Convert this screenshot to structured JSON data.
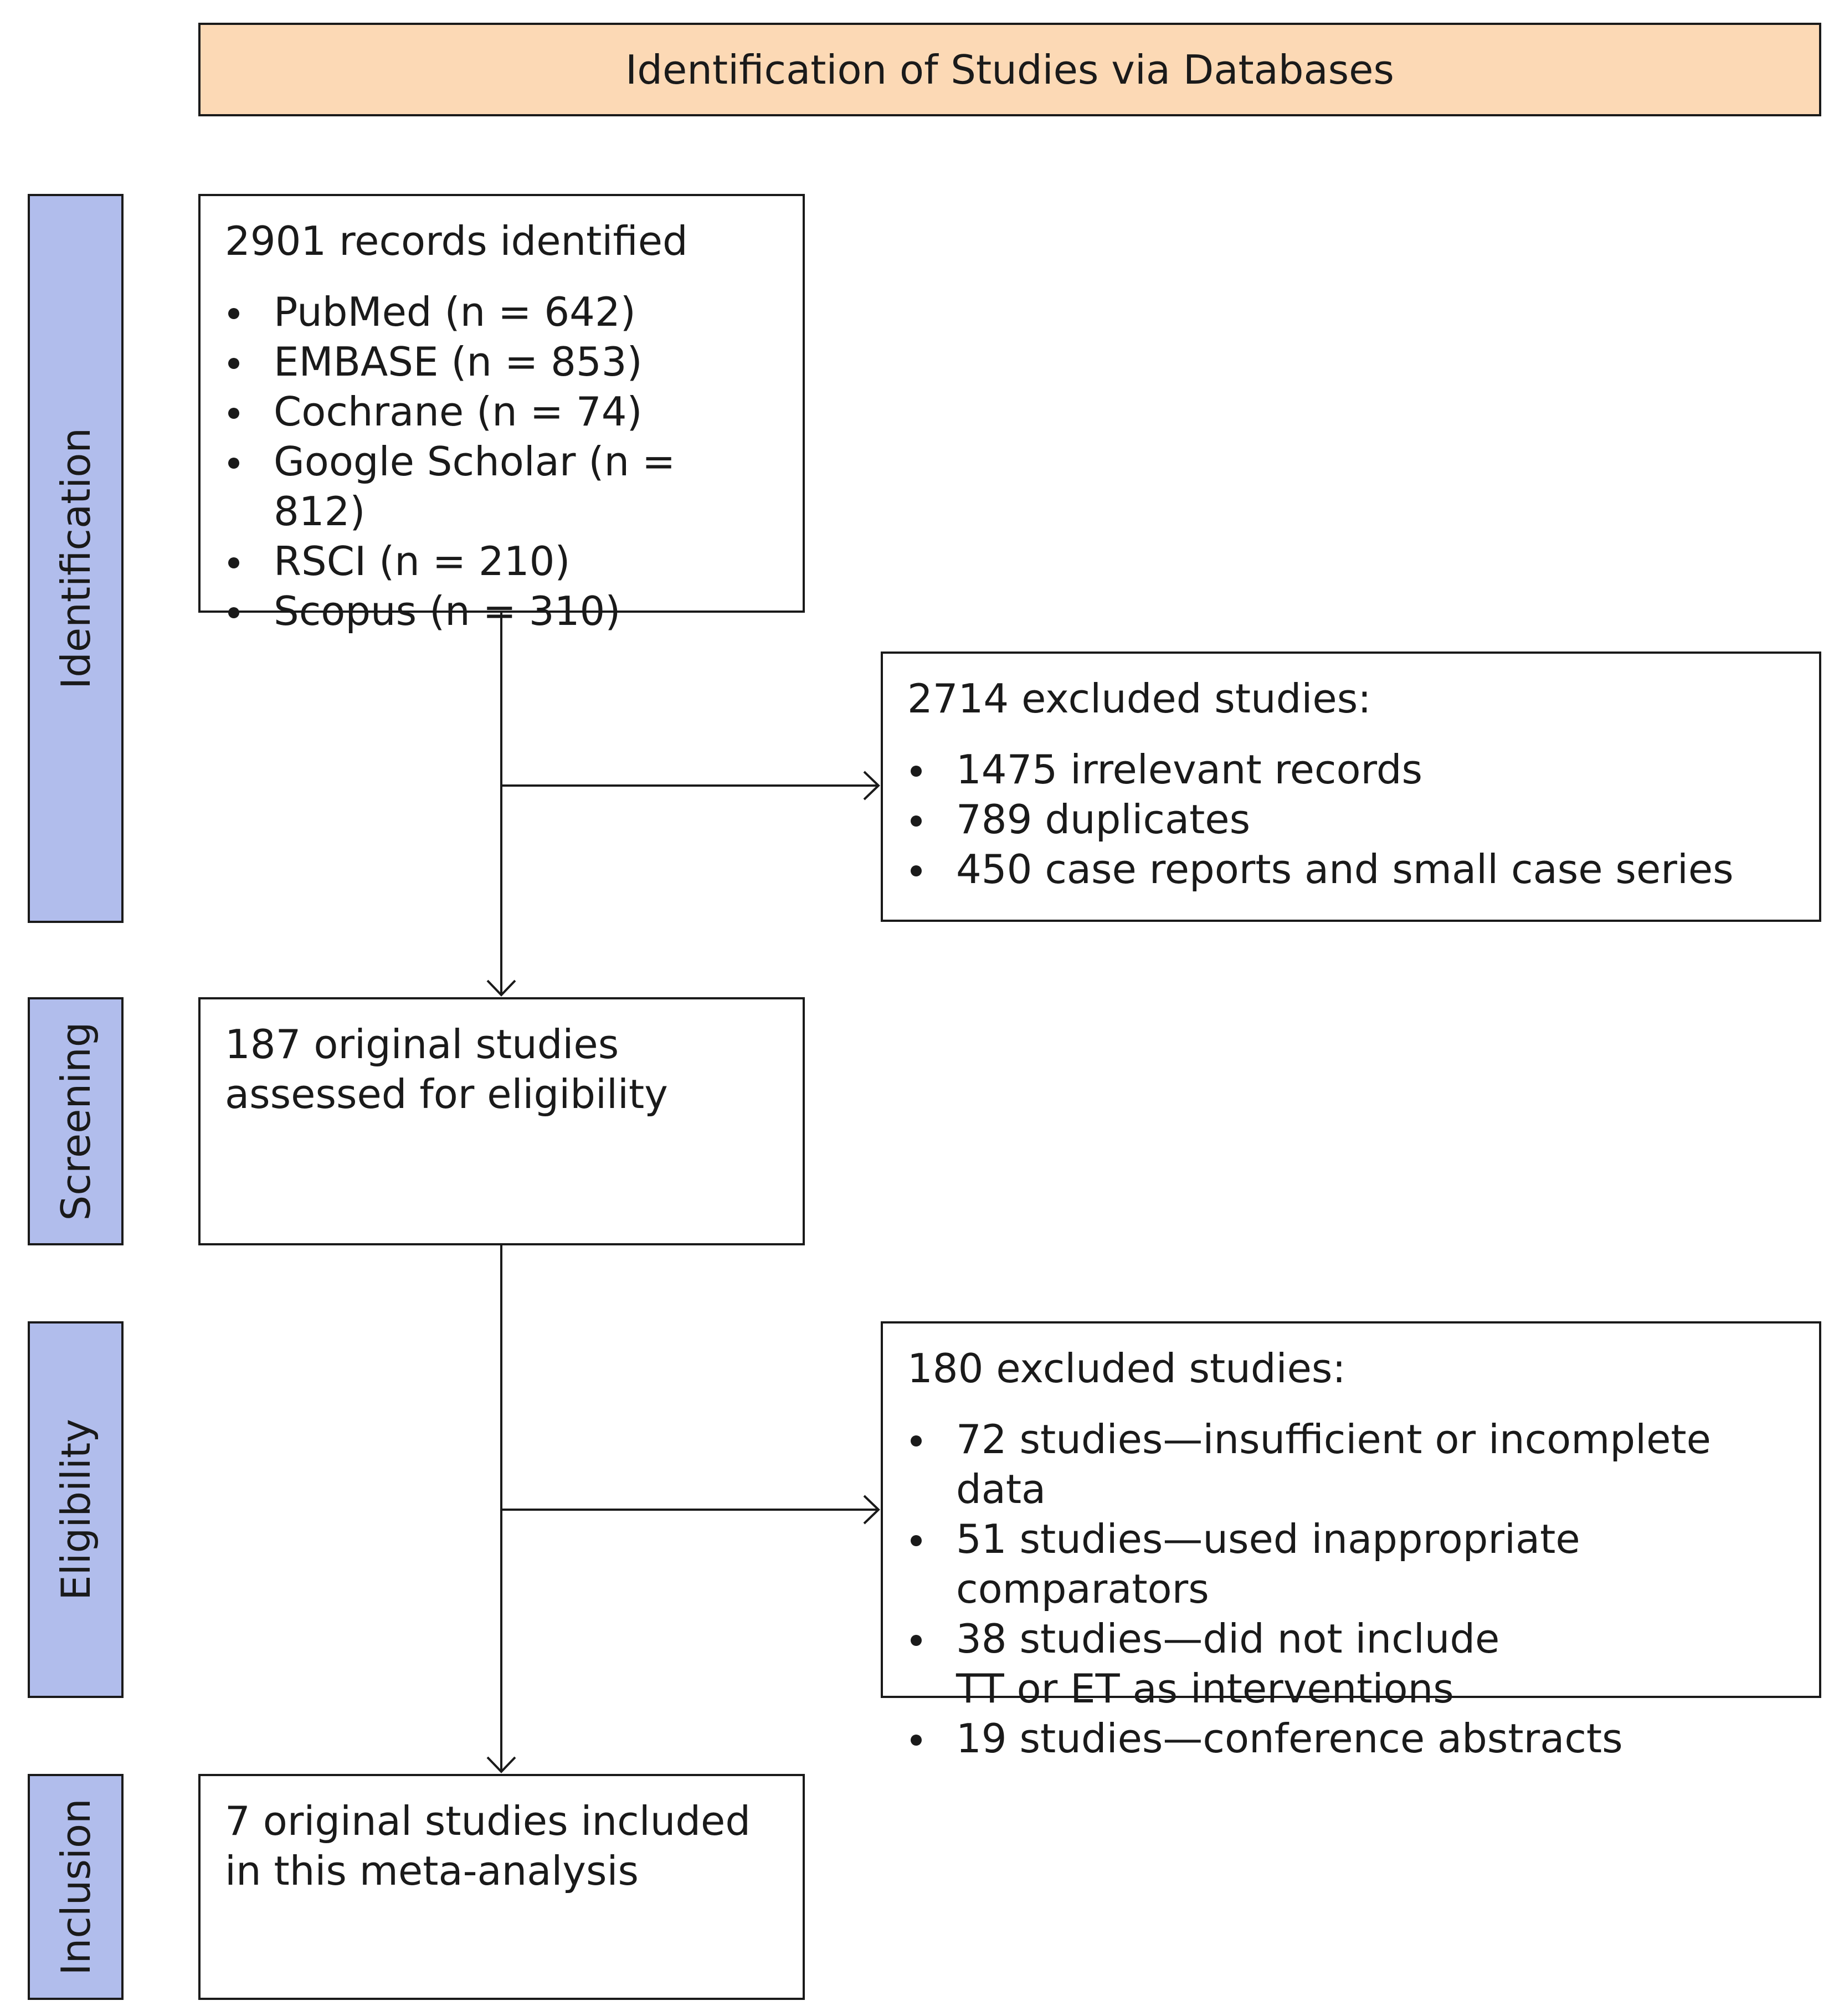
{
  "header": {
    "title": "Identification of Studies via Databases"
  },
  "phases": {
    "identification": "Identification",
    "screening": "Screening",
    "eligibility": "Eligibility",
    "inclusion": "Inclusion"
  },
  "records_box": {
    "heading": "2901 records identified",
    "sources": [
      "PubMed (n = 642)",
      "EMBASE (n = 853)",
      "Cochrane (n = 74)",
      "Google Scholar (n = 812)",
      "RSCI (n = 210)",
      "Scopus (n = 310)"
    ]
  },
  "excluded_box_1": {
    "heading": "2714 excluded studies:",
    "items": [
      "1475 irrelevant records",
      "789 duplicates",
      "450 case reports and small case series"
    ]
  },
  "screening_box": {
    "text": "187 original studies assessed for eligibility"
  },
  "excluded_box_2": {
    "heading": "180 excluded studies:",
    "items": [
      "72 studies—insufficient or incomplete data",
      "51 studies—used inappropriate comparators",
      "38 studies—did not include TT or ET as interventions",
      "19 studies—conference abstracts"
    ]
  },
  "included_box": {
    "text": "7 original studies included in this meta-analysis"
  },
  "colors": {
    "header_fill": "#fcd9b5",
    "phase_fill": "#b1bdec",
    "line": "#1a1a1a"
  }
}
